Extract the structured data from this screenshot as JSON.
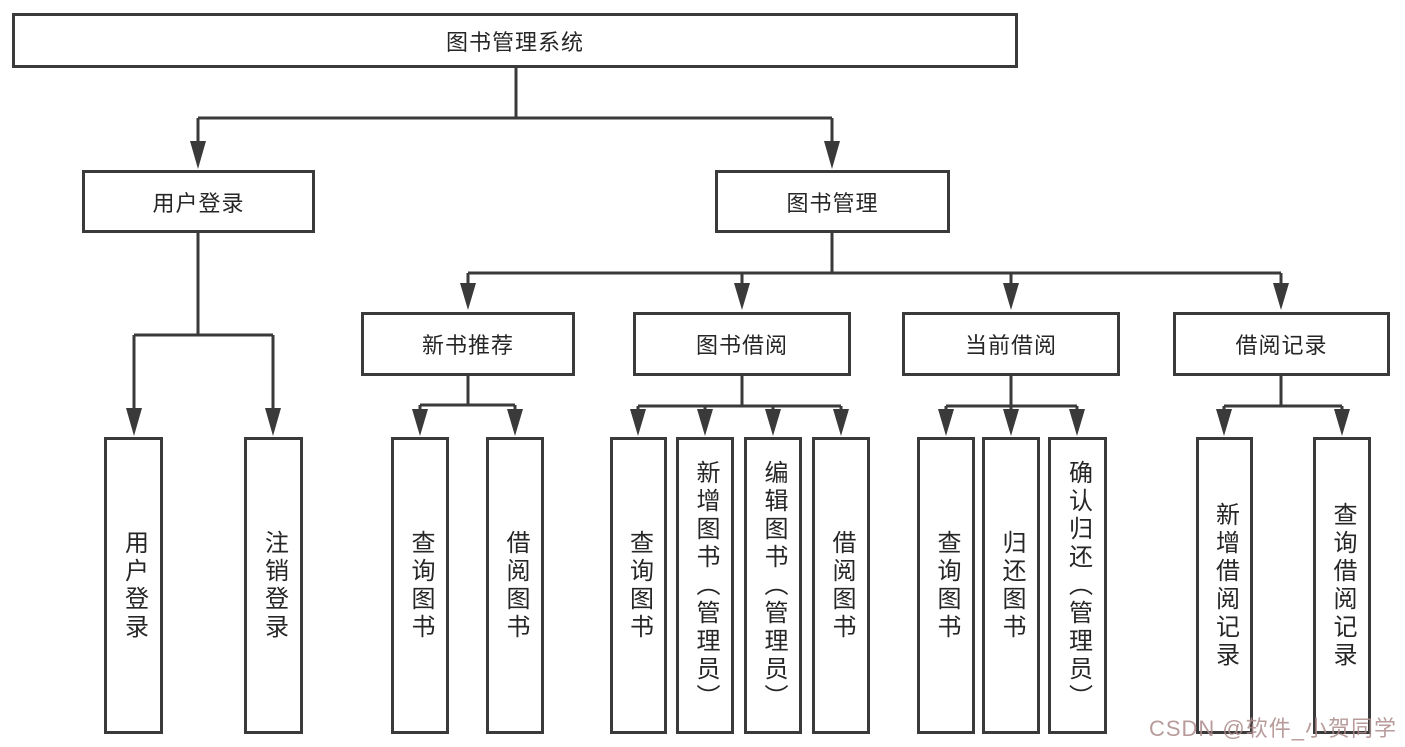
{
  "colors": {
    "background": "#ffffff",
    "line": "#3a3a3a",
    "box_border": "#3a3a3a",
    "text": "#262626",
    "watermark": "#ac8a8a"
  },
  "tree": {
    "root": {
      "label": "图书管理系统"
    },
    "level1": [
      {
        "label": "用户登录",
        "parent": "图书管理系统"
      },
      {
        "label": "图书管理",
        "parent": "图书管理系统"
      }
    ],
    "level2": [
      {
        "label": "新书推荐",
        "parent": "图书管理"
      },
      {
        "label": "图书借阅",
        "parent": "图书管理"
      },
      {
        "label": "当前借阅",
        "parent": "图书管理"
      },
      {
        "label": "借阅记录",
        "parent": "图书管理"
      }
    ],
    "leaves": [
      {
        "label": "用户登录",
        "parent": "用户登录"
      },
      {
        "label": "注销登录",
        "parent": "用户登录"
      },
      {
        "label": "查询图书",
        "parent": "新书推荐"
      },
      {
        "label": "借阅图书",
        "parent": "新书推荐"
      },
      {
        "label": "查询图书",
        "parent": "图书借阅"
      },
      {
        "label": "新增图书（管理员）",
        "parent": "图书借阅"
      },
      {
        "label": "编辑图书（管理员）",
        "parent": "图书借阅"
      },
      {
        "label": "借阅图书",
        "parent": "图书借阅"
      },
      {
        "label": "查询图书",
        "parent": "当前借阅"
      },
      {
        "label": "归还图书",
        "parent": "当前借阅"
      },
      {
        "label": "确认归还（管理员）",
        "parent": "当前借阅"
      },
      {
        "label": "新增借阅记录",
        "parent": "借阅记录"
      },
      {
        "label": "查询借阅记录",
        "parent": "借阅记录"
      }
    ]
  },
  "watermark": {
    "text": "CSDN @软件_小贺同学"
  }
}
